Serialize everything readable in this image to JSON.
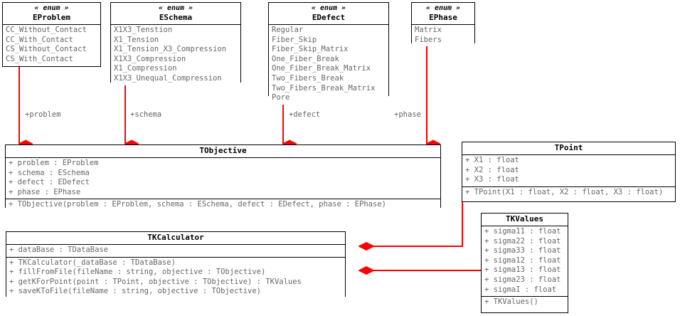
{
  "diagram": {
    "type": "uml-class-diagram",
    "background": "#ffffff",
    "line_color": "#ff0000",
    "border_color": "#000000",
    "text_color": "#666666",
    "title_color": "#000000"
  },
  "classes": {
    "eproblem": {
      "stereotype": "« enum »",
      "name": "EProblem",
      "members": [
        "CC_Without_Contact",
        "CC_With_Contact",
        "CS_Without_Contact",
        "CS_With_Contact"
      ]
    },
    "eschema": {
      "stereotype": "« enum »",
      "name": "ESchema",
      "members": [
        "X1X3_Tenstion",
        "X1_Tension",
        "X1_Tension_X3_Compression",
        "X1X3_Compression",
        "X1_Compression",
        "X1X3_Unequal_Compression"
      ]
    },
    "edefect": {
      "stereotype": "« enum »",
      "name": "EDefect",
      "members": [
        "Regular",
        "Fiber_Skip",
        "Fiber_Skip_Matrix",
        "One_Fiber_Break",
        "One_Fiber_Break_Matrix",
        "Two_Fibers_Break",
        "Two_Fibers_Break_Matrix",
        "Pore"
      ]
    },
    "ephase": {
      "stereotype": "« enum »",
      "name": "EPhase",
      "members": [
        "Matrix",
        "Fibers"
      ]
    },
    "tobjective": {
      "name": "TObjective",
      "attributes": [
        "+ problem : EProblem",
        "+ schema : ESchema",
        "+ defect : EDefect",
        "+ phase : EPhase"
      ],
      "operations": [
        "+ TObjective(problem : EProblem, schema : ESchema, defect : EDefect, phase : EPhase)"
      ]
    },
    "tkcalculator": {
      "name": "TKCalculator",
      "attributes": [
        "+ dataBase : TDataBase"
      ],
      "operations": [
        "+ TKCalculator(_dataBase : TDataBase)",
        "+ fillFromFile(fileName : string, objective : TObjective)",
        "+ getKForPoint(point : TPoint, objective : TObjective) : TKValues",
        "+ saveKToFile(fileName : string, objective : TObjective)"
      ]
    },
    "tpoint": {
      "name": "TPoint",
      "attributes": [
        "+ X1 : float",
        "+ X2 : float",
        "+ X3 : float"
      ],
      "operations": [
        "+ TPoint(X1 : float, X2 : float, X3 : float)"
      ]
    },
    "tkvalues": {
      "name": "TKValues",
      "attributes": [
        "+ sigma11 : float",
        "+ sigma22 : float",
        "+ sigma33 : float",
        "+ sigma12 : float",
        "+ sigma13 : float",
        "+ sigma23 : float",
        "+ sigmaI : float"
      ],
      "operations": [
        "+ TKValues()"
      ]
    }
  },
  "connectors": [
    {
      "id": "problem",
      "label": "+problem",
      "from": "EProblem",
      "to": "TObjective"
    },
    {
      "id": "schema",
      "label": "+schema",
      "from": "ESchema",
      "to": "TObjective"
    },
    {
      "id": "defect",
      "label": "+defect",
      "from": "EDefect",
      "to": "TObjective"
    },
    {
      "id": "phase",
      "label": "+phase",
      "from": "EPhase",
      "to": "TObjective"
    },
    {
      "id": "point",
      "label": "",
      "from": "TPoint",
      "to": "TKCalculator"
    },
    {
      "id": "kvalues",
      "label": "",
      "from": "TKValues",
      "to": "TKCalculator"
    }
  ]
}
